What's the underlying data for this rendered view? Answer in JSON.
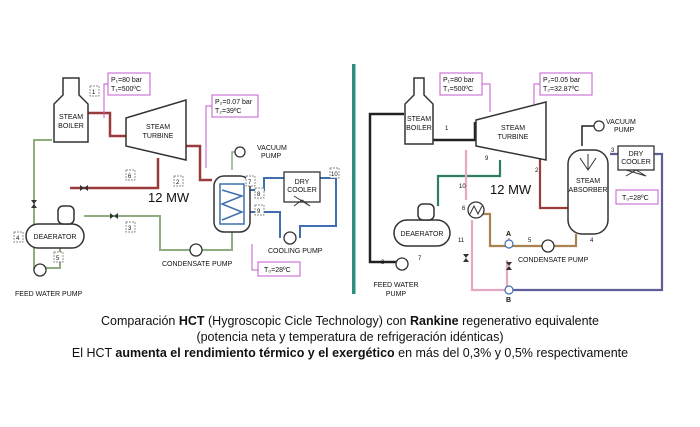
{
  "left": {
    "steam_boiler": [
      "STEAM",
      "BOILER"
    ],
    "steam_turbine": [
      "STEAM",
      "TURBINE"
    ],
    "vacuum_pump": [
      "VACUUM",
      "PUMP"
    ],
    "dry_cooler": [
      "DRY",
      "COOLER"
    ],
    "deaerator": "DEAERATOR",
    "feed_water_pump": "FEED WATER PUMP",
    "condensate_pump": "CONDENSATE PUMP",
    "cooling_pump": "COOLING PUMP",
    "power": "12 MW",
    "inlet_conditions": [
      "P₁=80 bar",
      "T₁=500ºC"
    ],
    "outlet_conditions": [
      "P₂=0.07 bar",
      "T₂=39ºC"
    ],
    "ambient": "T₀=28ºC",
    "state_numbers": [
      "1",
      "2",
      "3",
      "4",
      "5",
      "6",
      "7",
      "8",
      "9",
      "10"
    ]
  },
  "right": {
    "steam_boiler": [
      "STEAM",
      "BOILER"
    ],
    "steam_turbine": [
      "STEAM",
      "TURBINE"
    ],
    "vacuum_pump": [
      "VACUUM",
      "PUMP"
    ],
    "dry_cooler": [
      "DRY",
      "COOLER"
    ],
    "steam_absorber": [
      "STEAM",
      "ABSORBER"
    ],
    "deaerator": "DEAERATOR",
    "feed_water_pump": [
      "FEED WATER",
      "PUMP"
    ],
    "condensate_pump": "CONDENSATE PUMP",
    "power": "12 MW",
    "inlet_conditions": [
      "P₁=80 bar",
      "T₁=500ºC"
    ],
    "outlet_conditions": [
      "P₂=0.05 bar",
      "T₂=32.87ºC"
    ],
    "ambient": "T₀=28ºC",
    "state_numbers": [
      "1",
      "2",
      "3",
      "4",
      "5",
      "6",
      "7",
      "8",
      "9",
      "10",
      "11"
    ],
    "valve_labels": [
      "A",
      "B"
    ]
  },
  "caption": {
    "line1_pre": "Comparación ",
    "line1_b1": "HCT",
    "line1_mid": " (Hygroscopic Cicle Technology) con ",
    "line1_b2": "Rankine",
    "line1_post": " regenerativo equivalente",
    "line2": "(potencia neta y temperatura de refrigeración idénticas)",
    "line3_pre": "El HCT ",
    "line3_b": "aumenta el rendimiento térmico y el exergético",
    "line3_post": " en más del 0,3% y 0,5% respectivamente"
  },
  "colors": {
    "steam_line": "#9c3b3b",
    "feed_line": "#8fae7f",
    "cooling_line": "#3f6fae",
    "pink_box": "#c35bcf",
    "divider": "#2f8f7e",
    "hct_green": "#2f7e62",
    "hct_brown": "#a9824f",
    "hct_pink": "#e6a9c4",
    "hct_blue": "#5e5f99"
  }
}
